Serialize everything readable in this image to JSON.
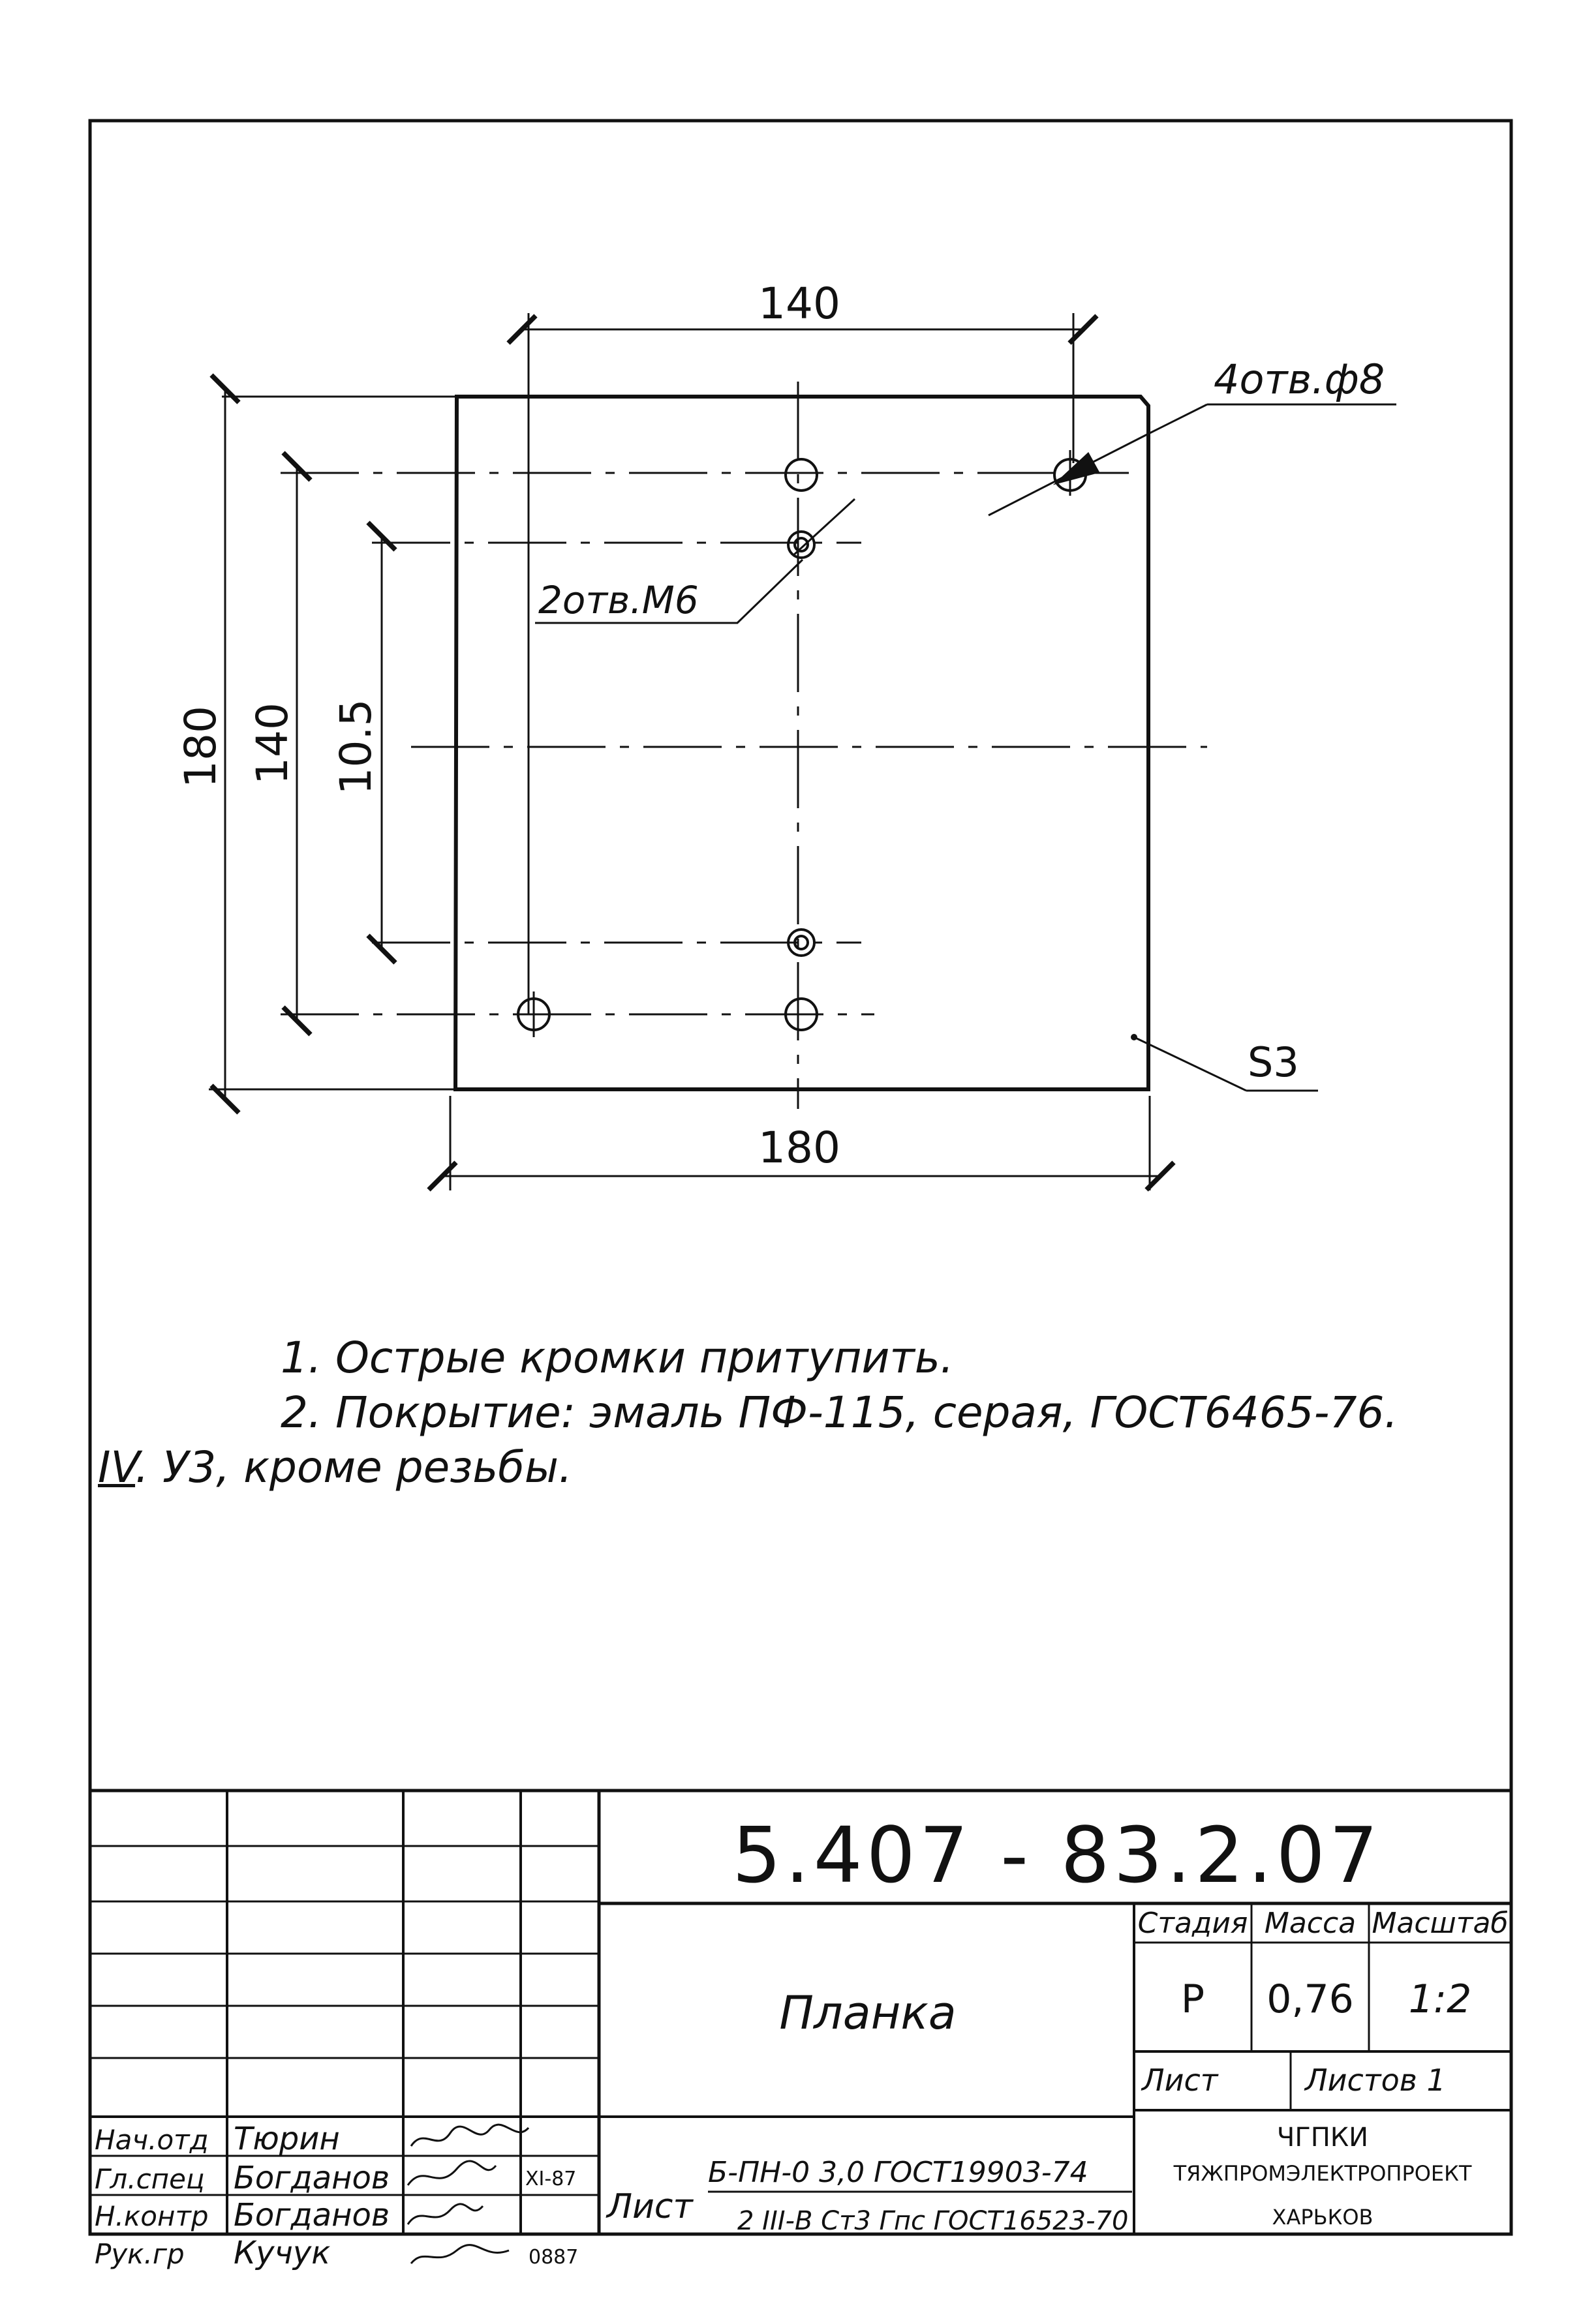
{
  "drawing": {
    "dims": {
      "top_width": "140",
      "bottom_width": "180",
      "outer_height": "180",
      "hole_height": "140",
      "thread_height": "10.5"
    },
    "callouts": {
      "large_holes": "4отв.ф8",
      "threaded_holes": "2отв.М6",
      "thickness": "S3"
    }
  },
  "notes": {
    "line1": "1. Острые кромки притупить.",
    "line2": "2. Покрытие: эмаль ПФ-115, серая, ГОСТ6465-76.",
    "line3_prefix": "IV",
    "line3_rest": ". У3, кроме резьбы."
  },
  "title_block": {
    "doc_number": "5.407 - 83.2.07",
    "part_name": "Планка",
    "header_stage": "Стадия",
    "header_mass": "Масса",
    "header_scale": "Масштаб",
    "stage": "Р",
    "mass": "0,76",
    "scale": "1:2",
    "sheet_label": "Лист",
    "sheets_label": "Листов 1",
    "material_prefix": "Лист",
    "material_line1": "Б-ПН-0 3,0 ГОСТ19903-74",
    "material_line2": "2 III-В Ст3 Гпс ГОСТ16523-70",
    "org_line1": "ЧГПКИ",
    "org_line2": "ТЯЖПРОМЭЛЕКТРОПРОЕКТ",
    "org_line3": "ХАРЬКОВ",
    "signatures": [
      {
        "role": "Нач.отд",
        "name": "Тюрин",
        "date": ""
      },
      {
        "role": "Гл.спец",
        "name": "Богданов",
        "date": "XI-87"
      },
      {
        "role": "Н.контр",
        "name": "Богданов",
        "date": ""
      },
      {
        "role": "Рук.гр",
        "name": "Кучук",
        "date": "0887"
      }
    ]
  }
}
